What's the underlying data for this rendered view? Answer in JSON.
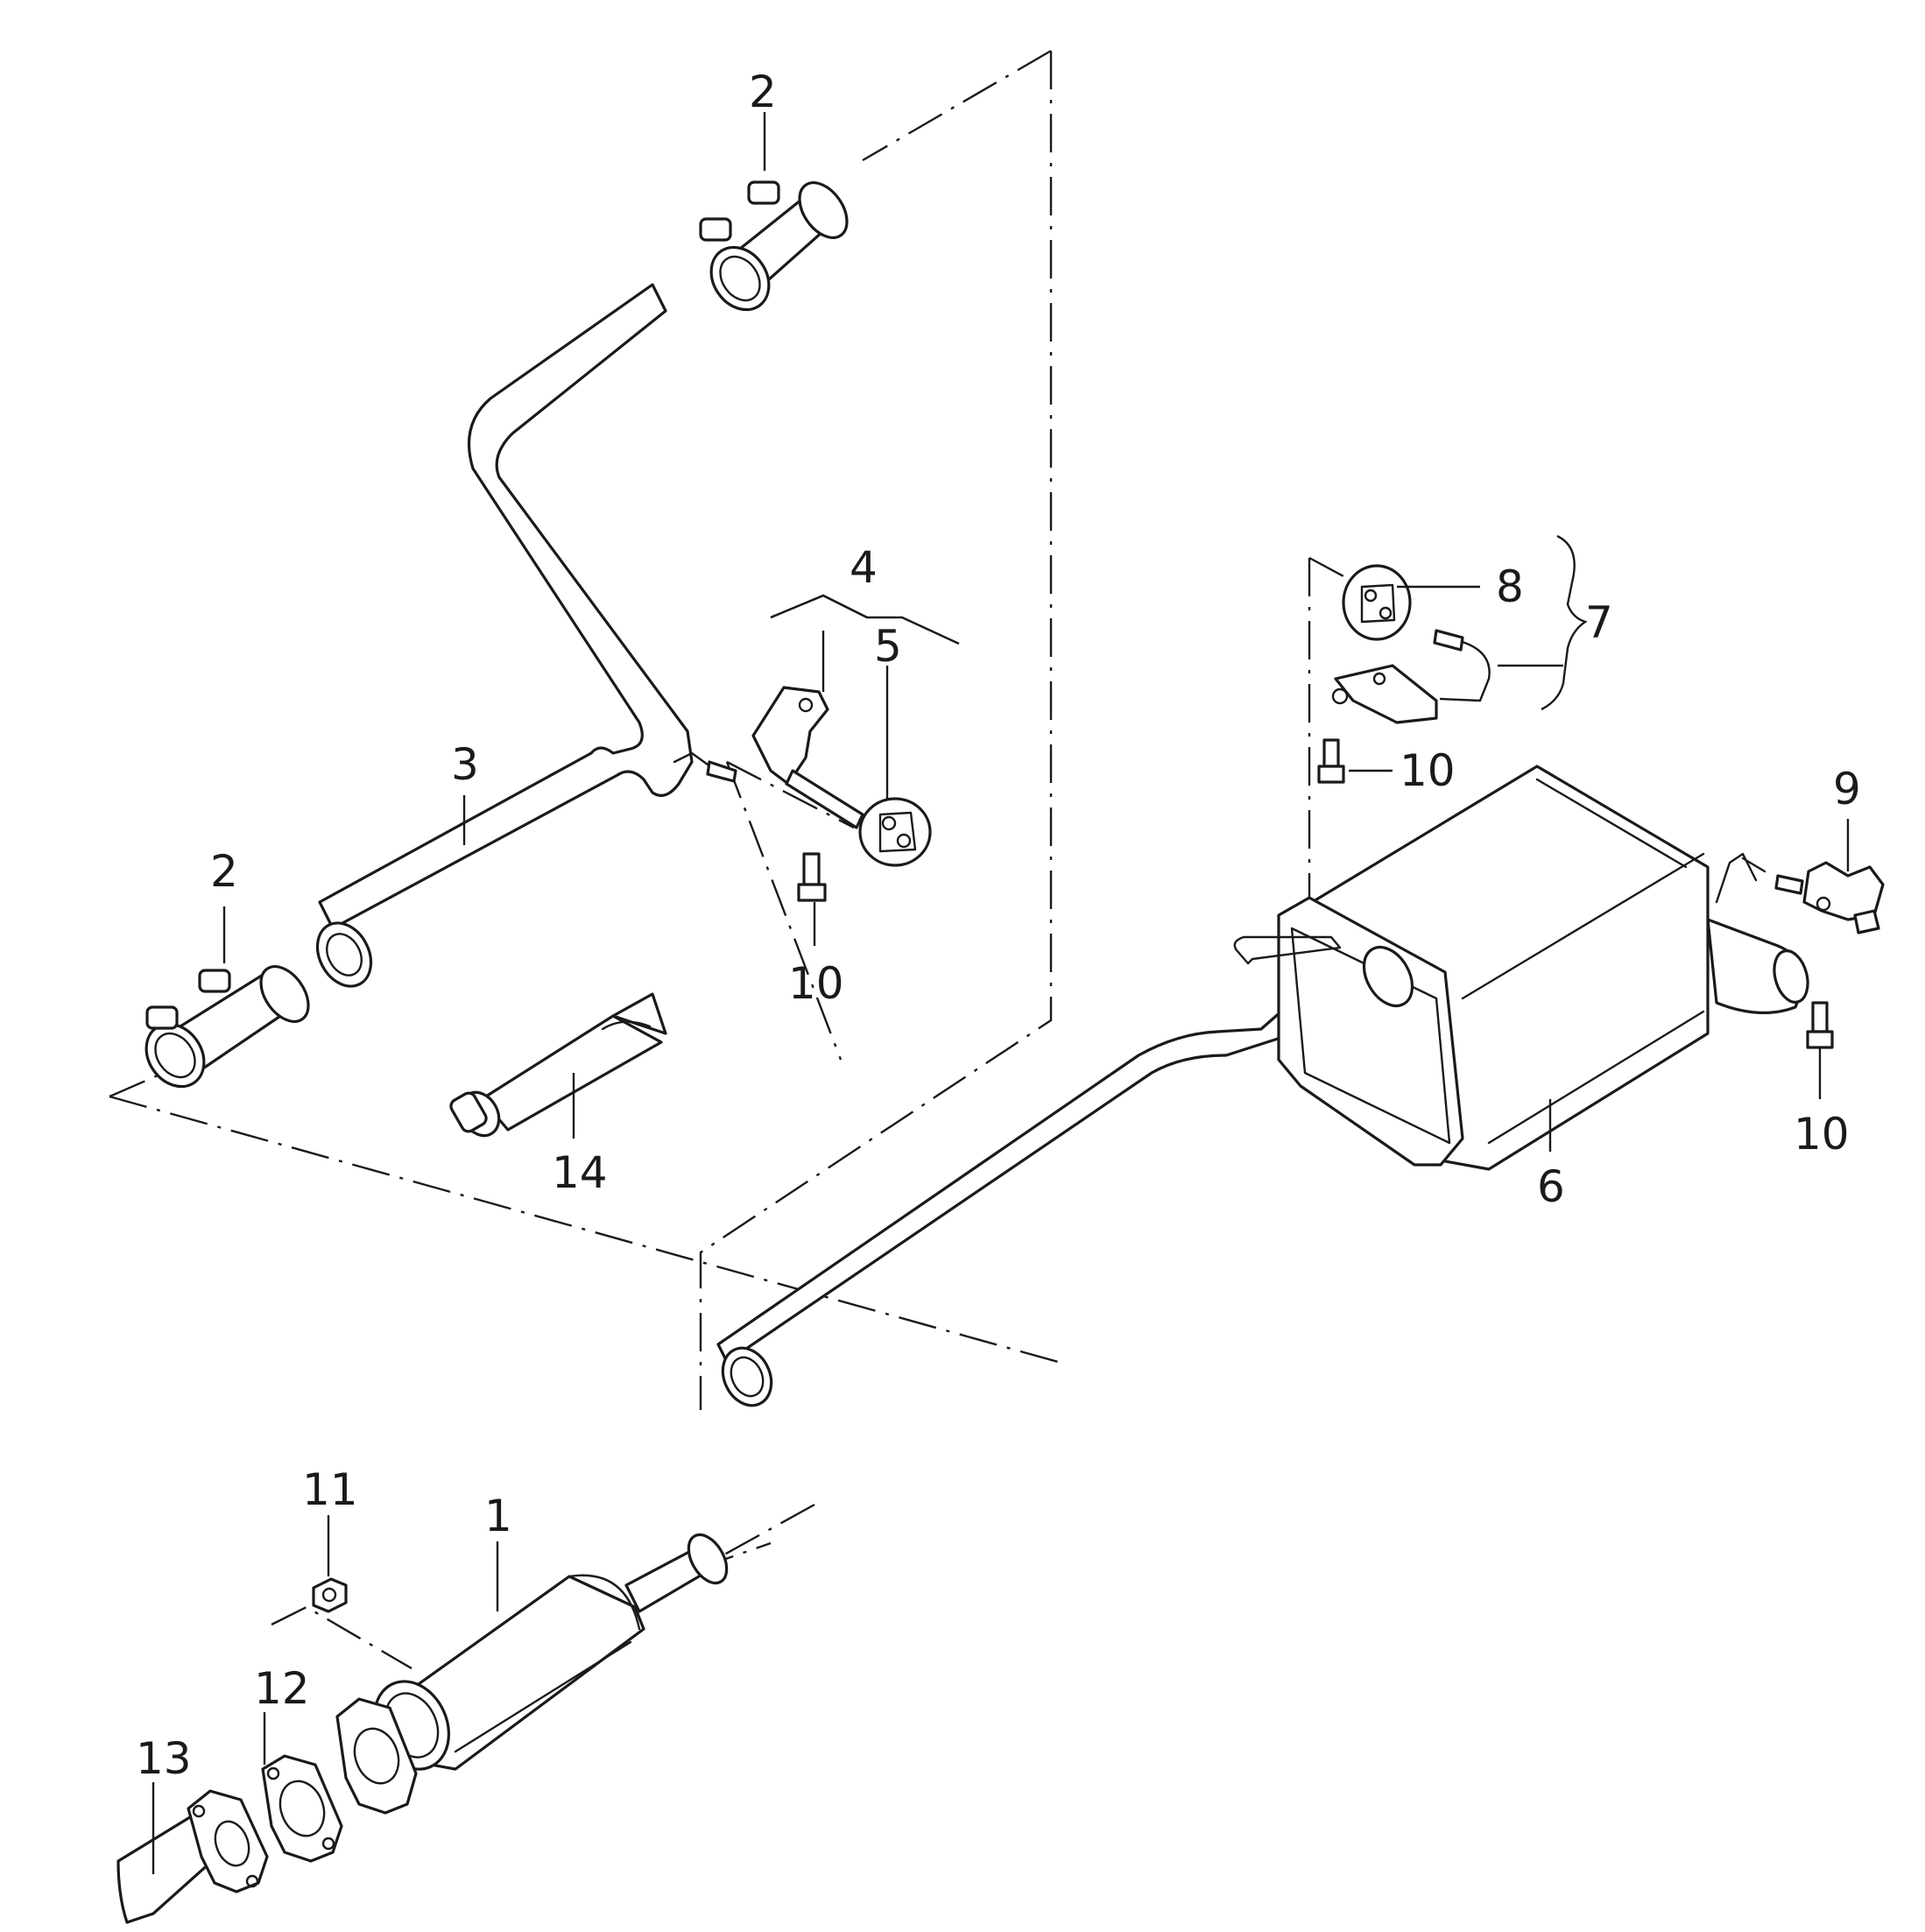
{
  "callouts": {
    "c1": "1",
    "c2_top": "2",
    "c2_left": "2",
    "c3": "3",
    "c4": "4",
    "c5": "5",
    "c6": "6",
    "c7": "7",
    "c8": "8",
    "c9": "9",
    "c10_center": "10",
    "c10_upper_right": "10",
    "c10_far_right": "10",
    "c11": "11",
    "c12": "12",
    "c13": "13",
    "c14": "14"
  }
}
